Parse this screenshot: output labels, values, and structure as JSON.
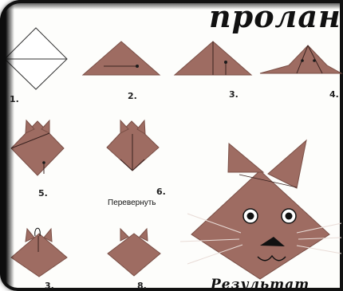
{
  "title": "проланн",
  "steps": [
    "1.",
    "2.",
    "3.",
    "4.",
    "5.",
    "6.",
    "3.",
    "8."
  ],
  "flip_caption": "Перевернуть",
  "result_caption": "Результат",
  "colors": {
    "paper": "#9e6c62",
    "fold_line": "#3a2320",
    "background": "#fdfdfb",
    "frame": "#111111"
  }
}
